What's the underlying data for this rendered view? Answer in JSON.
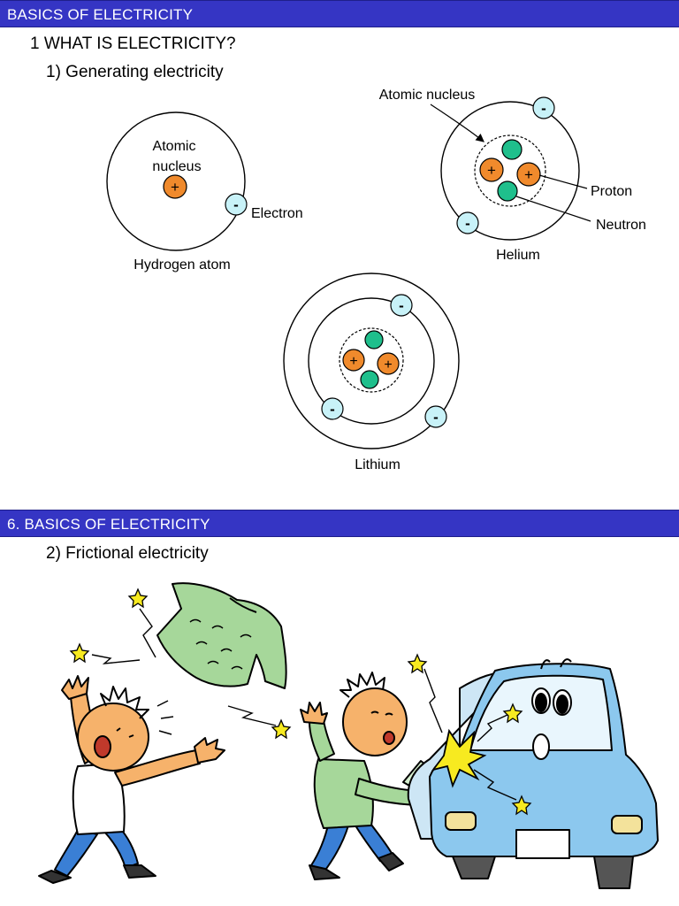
{
  "section1": {
    "title": "BASICS OF ELECTRICITY",
    "heading": "1 WHAT IS ELECTRICITY?",
    "subheading": "1) Generating electricity"
  },
  "hydrogen": {
    "nucleus_label_1": "Atomic",
    "nucleus_label_2": "nucleus",
    "electron_label": "Electron",
    "caption": "Hydrogen atom"
  },
  "helium": {
    "nucleus_label": "Atomic nucleus",
    "proton_label": "Proton",
    "neutron_label": "Neutron",
    "caption": "Helium"
  },
  "lithium": {
    "caption": "Lithium"
  },
  "symbols": {
    "plus": "+",
    "minus": "-"
  },
  "section2": {
    "title": "6. BASICS OF ELECTRICITY",
    "subheading": "2) Frictional electricity"
  },
  "colors": {
    "header_bar": "#3535c4",
    "proton": "#f08a2c",
    "neutron": "#1fbf8c",
    "electron": "#c8f2f8",
    "car": "#8cc8ee",
    "sweater": "#a6d79a",
    "spark": "#f7ea20"
  }
}
